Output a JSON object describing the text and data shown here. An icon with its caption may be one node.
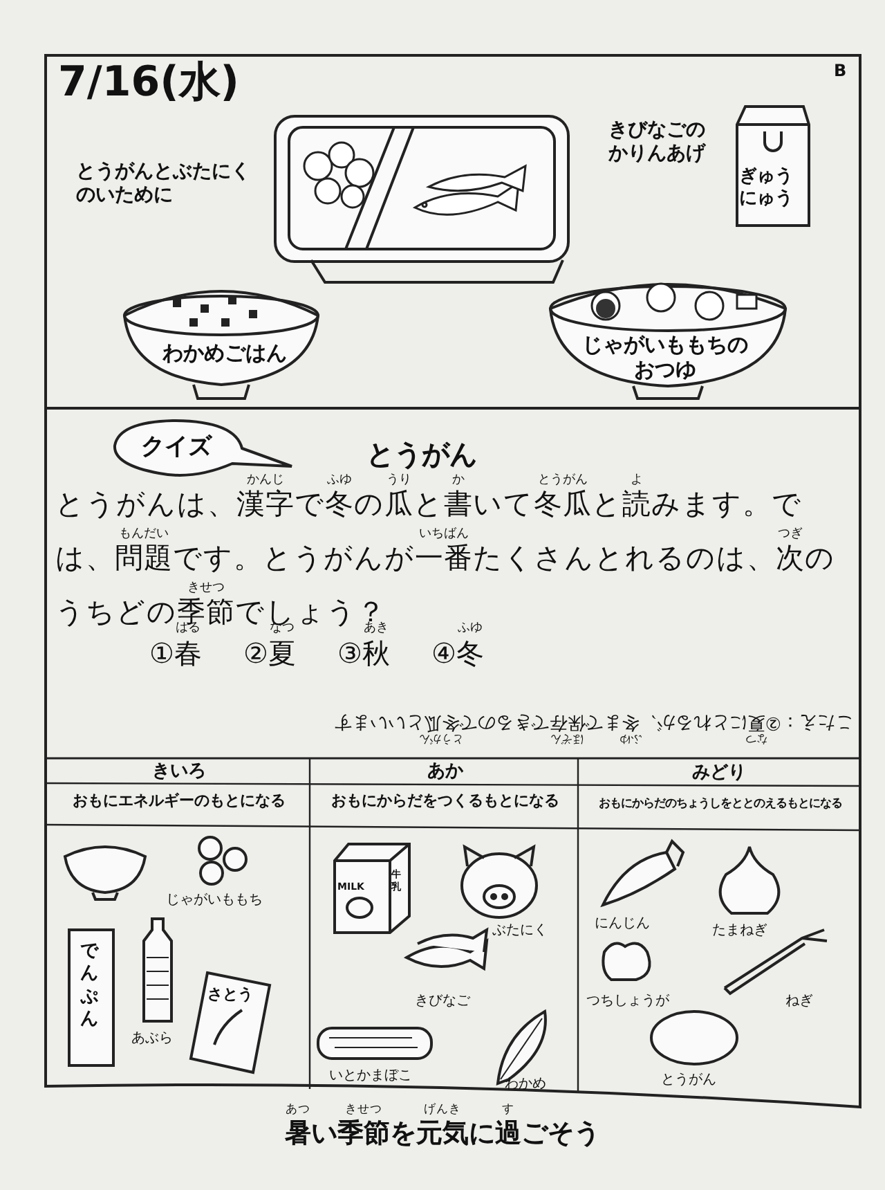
{
  "diagram": {
    "title": "7/16(水)",
    "nodes": [
      {
        "text": [
          "クイズ"
        ]
      }
    ],
    "edges": [],
    "labels": [
      "B",
      "とうがんとぶたにくのいために",
      "きびなごのかりんあげ",
      "ぎゅうにゅう",
      "わかめごはん",
      "じゃがいももちのおつゆ",
      "とうがん",
      "とうがんは、漢字で冬の瓜と書いて冬瓜と読みます。では、問題です。とうがんが一番たくさんとれるのは、次のうちどの季節でしょう？",
      "かんじ",
      "ふゆ",
      "うり",
      "か",
      "とうがん",
      "よ",
      "もんだい",
      "いちばん",
      "つぎ",
      "きせつ",
      "①春",
      "はる",
      "②夏",
      "なつ",
      "③秋",
      "あき",
      "④冬",
      "ふゆ",
      "こたえ：②夏にとれるが、冬まで保存できるので冬瓜といいます",
      "とうがん",
      "ほぞん",
      "ふゆ",
      "なつ",
      "きいろ",
      "あか",
      "みどり",
      "おもにエネルギーのもとになる",
      "おもにからだをつくるもとになる",
      "おもにからだのちょうしをととのえるもとになる",
      "じゃがいももち",
      "でんぷん",
      "あぶら",
      "さとう",
      "MILK",
      "牛乳",
      "ぶたにく",
      "きびなご",
      "いとかまぼこ",
      "わかめ",
      "にんじん",
      "たまねぎ",
      "つちしょうが",
      "ねぎ",
      "とうがん",
      "暑い季節を元気に過ごそう",
      "あつ",
      "きせつ",
      "げんき",
      "す"
    ]
  }
}
